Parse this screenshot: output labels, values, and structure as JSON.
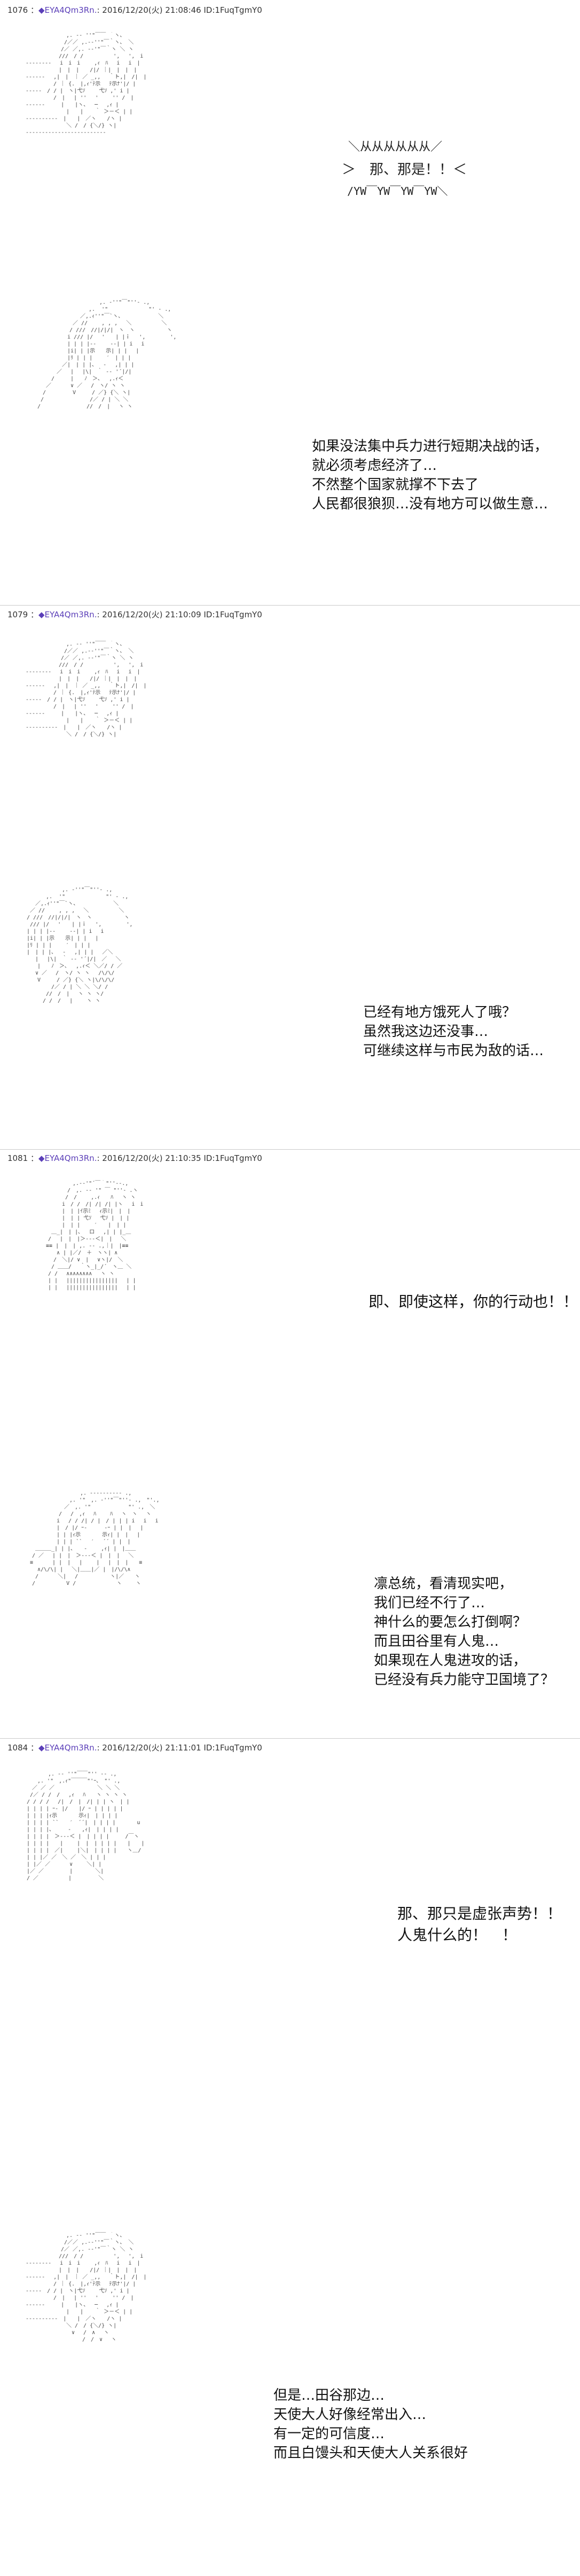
{
  "posts": [
    {
      "number": "1076",
      "author": "◆EYA4Qm3Rn.",
      "meta": ": 2016/12/20(火) 21:08:46 ID:1FuqTgmY0",
      "shout": {
        "top": "＼从从从从从从／",
        "line": "＞　那、那是！！＜",
        "bottom": "/YW￣YW￣YW￣YW＼"
      },
      "dialogue": "如果没法集中兵力进行短期决战的话，\n就必须考虑经济了…\n不然整个国家就撑不下去了\n人民都很狼狈…没有地方可以做生意…"
    },
    {
      "number": "1079",
      "author": "◆EYA4Qm3Rn.",
      "meta": ": 2016/12/20(火) 21:10:09 ID:1FuqTgmY0",
      "dialogue": "已经有地方饿死人了哦？\n虽然我这边还没事…\n可继续这样与市民为敌的话…"
    },
    {
      "number": "1081",
      "author": "◆EYA4Qm3Rn.",
      "meta": ": 2016/12/20(火) 21:10:35 ID:1FuqTgmY0",
      "dialogue_a": "即、即使这样，你的行动也！！",
      "dialogue_b": "凛总统，看清现实吧，\n我们已经不行了…\n神什么的要怎么打倒啊？\n而且田谷里有人鬼…\n如果现在人鬼进攻的话，\n已经没有兵力能守卫国境了？"
    },
    {
      "number": "1084",
      "author": "◆EYA4Qm3Rn.",
      "meta": ": 2016/12/20(火) 21:11:01 ID:1FuqTgmY0",
      "dialogue_a": "那、那只是虚张声势！！\n人鬼什么的！　！",
      "dialogue_b": "但是…田谷那边…\n天使大人好像经常出入…\n有一定的可信度…\n而且白馒头和天使大人关系很好"
    }
  ],
  "art": {
    "a1": "　　　　　　　 ,. -‐ ''\"￣￣ ｀ヽ、\n　　　　　 　 /／／ ,.-‐''\"￣｀ヽ、 ＼\n　　　　　　 /／ ／,. -‐'\"￣｀ヽ ＼ ヽ\n　　　　 　 ///　/ /　　　　　 ',　 ',　i\n‐‐‐‐‐‐‐‐　 i　i　i　　 ,ｨ　ﾊ　 i　 i　|\n　　　　 　 |　|　|　　/|/ ｜|　|　|　|\n‐‐‐‐‐‐　 ,|　|　｜ ／ _,,　 ｀ト,|　/|　|\n　　　 　 / ｜ {.　|,ｨ'ﾃ示　 ﾃ示ﾅ'|/ |\n‐‐‐‐‐　/ / |　ヽ|弋ｿ　　 弋ｿ ,' i |\n　　　 　 /　|　 | ''　 '　　 '' /　|\n‐‐‐‐‐‐　　　|　　|ヽ、　 ─　 ,ｨ |\n　　　　　　　 |　　| 　 ｀ ＞－＜ | |\n‐‐‐‐‐‐‐‐‐‐　|　　|　／ヽ　　/ヽ |\n　　　　　　　 ＼ /　/ {＼/} ヽ|\n‐‐‐‐‐‐‐‐‐‐‐‐‐‐‐‐‐‐‐‐‐‐‐‐‐",
    "a2": "　　　　　　　　　　　　 ,. ‐''\"￣\"''‐ .,\n　　　　　　　　　　 ,.  '\"　　　　　　　 \"' ‐ .,\n　　　　　　　　　／,.ｨ''\"￣`ヽ、　　　　　　　＼\n　　　　　　　 ／ //　　 , , , 　＼　　　　　 ＼\n　　　　　　　/ ///　//|/|/|　ヽ　ヽ　　　　　　ヽ\n　　　　　　 i /// |/　 '　　| |ｉ　 ',　　　　 ',\n　　　　　　 | | | |-‐　　 ‐-| | i　 i\n　　　　　　 |i| | |示　　示| | |　 |\n　　　　　　 |ﾘ | | |　　 ′　| | |\n　　　　　 ／|　| | |､　 ‐　 ,| | |\n　　　　 ／　 |　 |\\|　｀ -‐ '´|/|\n　　　 /　　　|　　ﾉ　＞､　 ,.ｨ＜\n　　 ／　　　 ∨ ／ 　/　ヽ/ ヽ ヽ\n　　/　　　　　V　　　/ ／} {＼ ヽ|\n　 /　　　　　　　　 /／ / | ＼ ＼\n　/　　　　　　　　 //　/　|　 ヽ ヽ",
    "a3": "　　　　　　　 ,. -‐ ''\"￣￣ ｀ヽ、\n　　　　　 　 /／／ ,.-‐''\"￣｀ヽ、 ＼\n　　　　　　 /／ ／,. -‐'\"￣｀ヽ ＼ ヽ\n　　　　 　 ///　/ /　　　　　 ',　 ',　i\n‐‐‐‐‐‐‐‐　 i　i　i　　 ,ｨ　ﾊ　 i　 i　|\n　　　　 　 |　|　|　　/|/ ｜|　|　|　|\n‐‐‐‐‐‐　 ,|　|　｜ ／ _,,　 ｀ト,|　/|　|\n　　　 　 / ｜ {.　|,ｨ'ﾃ示　 ﾃ示ﾅ'|/ |\n‐‐‐‐‐　/ / |　ヽ|弋ｿ　　 弋ｿ ,' i |\n　　　 　 /　|　 | ''　 '　　 '' /　|\n‐‐‐‐‐‐　　　|　　|ヽ、　 ─　 ,ｨ |\n　　　　　　　 |　　| 　 ｀ ＞－＜ | |\n‐‐‐‐‐‐‐‐‐‐　|　　|　／ヽ　　/ヽ |\n　　　　　　　 ＼ /　/ {＼/} ヽ|",
    "a4": "　　　　　　 ,. ‐''\"￣\"''‐ .,\n　　　 ,.  '\"　　　　　　　 \"' ‐ .,\n　 ／,.ｨ''\"￣`ヽ、　　　　　　　＼\n ／ //　　 , , , 　＼　　　　　 ＼\n/ ///　//|/|/|　ヽ　ヽ　　　　　　ヽ\n /// |/　 '　　| |ｉ　 ',　　　　 ',\n| | | |-‐　　 ‐-| | i　 i\n|i| | |示　　示| | |　 |\n|ﾘ | | |　　 ′　| | |\n|　| | |､　 ‐　 ,| | |　 ／＼\n　 |　 |\\|　｀ -‐ '´|/|　／　 ＼\n　　|　　ﾉ　＞､　 ,.ｨ＜ ＼／/ / ／\n　 ∨ ／ 　/　ヽ/ ヽ ヽ　 /\\/\\/\n　　V　　　/ ／} {＼ ヽ|\\/\\/\\/\n　　　　 /／ / | ＼ ＼ ＼/ /\n　　　 //　/　|　 ヽ ヽ ヽ/\n　　　/ /　/　 |　　 ヽ ヽ",
    "a5": "　　　　　 ,.-‐'\"´￣｀\"''‐-.,\n　　　　 /　,. -‐ '\" ￣ \"''‐ .ヽ\n　　 　 /　/　　 ,.ｨ　　ﾊ　 ヽ ヽ\n　　　 i　/ /　/| /| /| |ヽ　 i　i\n　　　 |　| |ｲ示ﾐ　 ｨ示ﾐ|　|　|\n　　　 |　| | 弋ｿ　 弋ｿ |　| |\n　　　 |　| |　　 ′　　|　| |\n　 ＿_|　| |､　 ロ　 ,| | |_＿\n　/　 |　|　|＞-‐-＜|　|　 ＼\n ≡≡ |　|　| ,. -‐ .,｜|　|≡≡\n　　 ∧ | |／/　＋　ヽヽ| ∧\n　　/　＼|/ ∨　|　 ∨ヽ|/　＼\n　 / ＿＿/　 ｀ヽ_|_/´　ヽ＿ ＼\n　/ /　 ∧∧∧∧∧∧∧∧　 ヽ ヽ\n　| |　 ||||||||||||||||　 | |\n　| |　 ||||||||||||||||　 | |",
    "a6": "　　　　　　　　　　,. -‐‐‐‐‐‐‐‐- .,\n　　　　　　　　,. '\"　,. ‐''\"￣\"''‐ .,　\"'.,\n　　　　　　　／　,. '\"　　　　　　　\"' .,　＼\n　　　　　　/　 /　,ｨ　 ﾊ　　 ﾊ　 ヽ　ヽ　 ヽ\n　　　　　 i　 / / /| / |　/ | | | i　 i　 i\n　　　　　 |　/ |/ ｰ‐ 　　 ‐ｰ | |　|　 |\n　　　　　 | | |ｨ示　　　　示ｨ| |　|　 |\n　　　　　 | | | ``　 ′　 ´´ | |　|\n　 ＿＿＿_| | |､　　‐　　 ,ｨ| |　|＿＿\n　/ ／　 | |　|　＞‐‐‐＜ |　|　|　 ＼\n ≡　　　 | |　|　 |　　 |　 |　|　|　　≡\n　　∧/\\/\\| |　 ＼|＿＿|／ |　|/\\/\\∧\n　 /　　　 ＼|　 /　　　　　　ヽ|／　　ヽ\n　/　 　 　　 V /　　　　　　　 ヽ　　 ヽ",
    "a7": "　　　　,. -‐ ''\"￣￣\"'' ‐- .,\n　　,. '\"　,.ｨ\"￣￣￣\"'ｰ､　\"' .,\n　／ ／ ／　　　　　　　　＼ ＼ ＼\n /／ / /　/　 ,ｨ　 ﾊ　　ヽ ヽ ヽ ヽ\n/ / / /　 /|　/　|　/| | | ヽ　| |\n| | | | ｰ‐ |/　　|/ ｰ | | | | |\n| | | |ｨ示　　　　示ｨ|　| | | |\n| | | | ``　　′　´´|　| | | |　　　　u\n| | | |､　　　‐　　,ｨ|　| | | |\n| | | |　＞‐‐‐＜ |　| | | |　　　/￣ヽ\n| | | |　　|　　 |　|　| | | |　　|　　|\n| | | |　／|　　 |＼|　| | | |　　ヽ＿/\n| | |／ ／　＼ ／　＼ | | |\n| |／ ／　　　 ∨　　 ＼| |\n|／ ／ 　　 　 |　 　 　＼|\n/ ／　　　　　 |　　　　　＼",
    "a8": "　　　　　　　 ,. -‐ ''\"￣￣ ｀ヽ、\n　　　　　 　 /／／ ,.-‐''\"￣｀ヽ、 ＼\n　　　　　　 /／ ／,. -‐'\"￣｀ヽ ＼ ヽ\n　　　　 　 ///　/ /　　　　　 ',　 ',　i\n‐‐‐‐‐‐‐‐　 i　i　i　　 ,ｨ　ﾊ　 i　 i　|\n　　　　 　 |　|　|　　/|/ ｜|　|　|　|\n‐‐‐‐‐‐　 ,|　|　｜ ／ _,,　 ｀ト,|　/|　|\n　　　 　 / ｜ {.　|,ｨ'ﾃ示　 ﾃ示ﾅ'|/ |\n‐‐‐‐‐　/ / |　ヽ|弋ｿ　　 弋ｿ ,' i |\n　　　 　 /　|　 | ''　 '　　 '' /　|\n‐‐‐‐‐‐　　　|　　|ヽ、　 ─　 ,ｨ |\n　　　　　　　 |　　| 　 ｀ ＞－＜ | |\n‐‐‐‐‐‐‐‐‐‐　|　　|　／ヽ　　/ヽ |\n　　　　　　　 ＼ /　/ {＼/} ヽ|\n　　　　　　　　 ∨　 /　∧ 　ヽ\n　　　　　　　　　　 /　/　∨　 ヽ"
  }
}
